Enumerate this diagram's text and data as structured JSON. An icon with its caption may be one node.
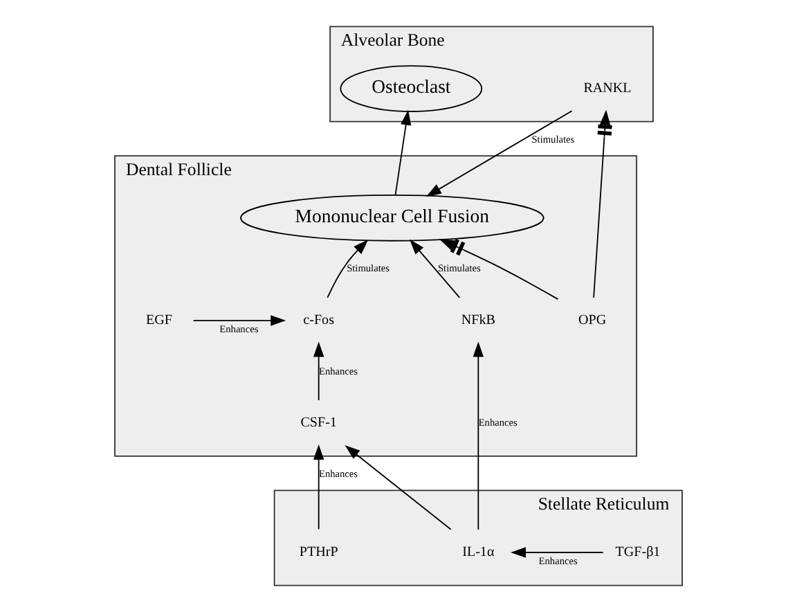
{
  "diagram": {
    "nodes": [
      {
        "text": [
          "Alveolar Bone"
        ]
      },
      {
        "text": [
          "RANKL"
        ],
        "in": 0
      },
      {
        "text": [
          "Osteoclast"
        ],
        "in": 0
      },
      {
        "text": [
          "Dental Follicle"
        ]
      },
      {
        "text": [
          "OPG"
        ],
        "in": 3
      },
      {
        "text": [
          "Mononuclear Cell Fusion"
        ],
        "in": 3
      },
      {
        "text": [
          "EGF"
        ],
        "in": 3
      },
      {
        "text": [
          "c-Fos"
        ],
        "in": 3
      },
      {
        "text": [
          "NFkB"
        ],
        "in": 3
      },
      {
        "text": [
          "CSF-1"
        ],
        "in": 3
      },
      {
        "text": [
          "Stellate Reticulum"
        ]
      },
      {
        "text": [
          "PTHrP"
        ],
        "in": 10
      },
      {
        "text": [
          "IL-1α"
        ],
        "in": 10
      },
      {
        "text": [
          "TGF-β1"
        ],
        "in": 10
      }
    ],
    "edges": [
      {
        "from": 1,
        "to": 5,
        "arrow": "to",
        "label": "Stimulates"
      },
      {
        "from": 5,
        "to": 2,
        "arrow": "to"
      },
      {
        "from": 4,
        "to": 1,
        "arrow": "to"
      },
      {
        "from": 4,
        "to": 5,
        "arrow": "to"
      },
      {
        "from": 6,
        "to": 7,
        "arrow": "to",
        "label": "Enhances"
      },
      {
        "from": 7,
        "to": 5,
        "arrow": "to",
        "label": "Stimulates"
      },
      {
        "from": 8,
        "to": 5,
        "arrow": "to",
        "label": "Stimulates"
      },
      {
        "from": 9,
        "to": 7,
        "arrow": "to",
        "label": "Enhances"
      },
      {
        "from": 11,
        "to": 9,
        "arrow": "to",
        "label": "Enhances"
      },
      {
        "from": 12,
        "to": 9,
        "arrow": "to"
      },
      {
        "from": 12,
        "to": 8,
        "arrow": "to",
        "label": "Enhances"
      },
      {
        "from": 13,
        "to": 12,
        "arrow": "to",
        "label": "Enhances"
      }
    ]
  }
}
